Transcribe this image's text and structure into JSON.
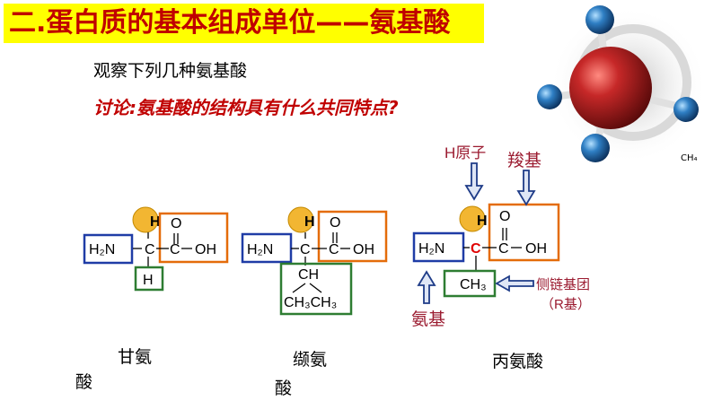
{
  "title": "二.蛋白质的基本组成单位——氨基酸",
  "observe_text": "观察下列几种氨基酸",
  "discussion": {
    "lead": "讨论:",
    "question": "氨基酸的结构具有什么共同特点?"
  },
  "molecule_label": "CH₄",
  "structures": [
    {
      "name_line1": "甘氨",
      "name_line2": "酸",
      "h_top": "H",
      "oxygen": "O",
      "amino": "H₂N",
      "carbon": "C",
      "carboxyl_c": "C",
      "oh": "OH",
      "side_chain": "H"
    },
    {
      "name_line1": "缬氨",
      "name_line2": "酸",
      "h_top": "H",
      "oxygen": "O",
      "amino": "H₂N",
      "carbon": "C",
      "carboxyl_c": "C",
      "oh": "OH",
      "side_chain_top": "CH",
      "side_chain_bottom": "CH₃CH₃"
    },
    {
      "name": "丙氨酸",
      "h_top": "H",
      "oxygen": "O",
      "amino": "H₂N",
      "carbon": "C",
      "carboxyl_c": "C",
      "oh": "OH",
      "side_chain": "CH₃"
    }
  ],
  "annotations": {
    "h_atom": "H原子",
    "carboxyl": "羧基",
    "amino": "氨基",
    "side_chain_line1": "侧链基团",
    "side_chain_line2": "（R基）"
  },
  "colors": {
    "title_bg": "#ffff00",
    "title_text": "#c00000",
    "amino_box": "#1f3ca6",
    "carboxyl_box": "#e46c0a",
    "side_chain_box": "#2e7d32",
    "h_circle": "#f2b632",
    "annotation_text": "#9b1b30",
    "arrow": "#1f3c88"
  }
}
